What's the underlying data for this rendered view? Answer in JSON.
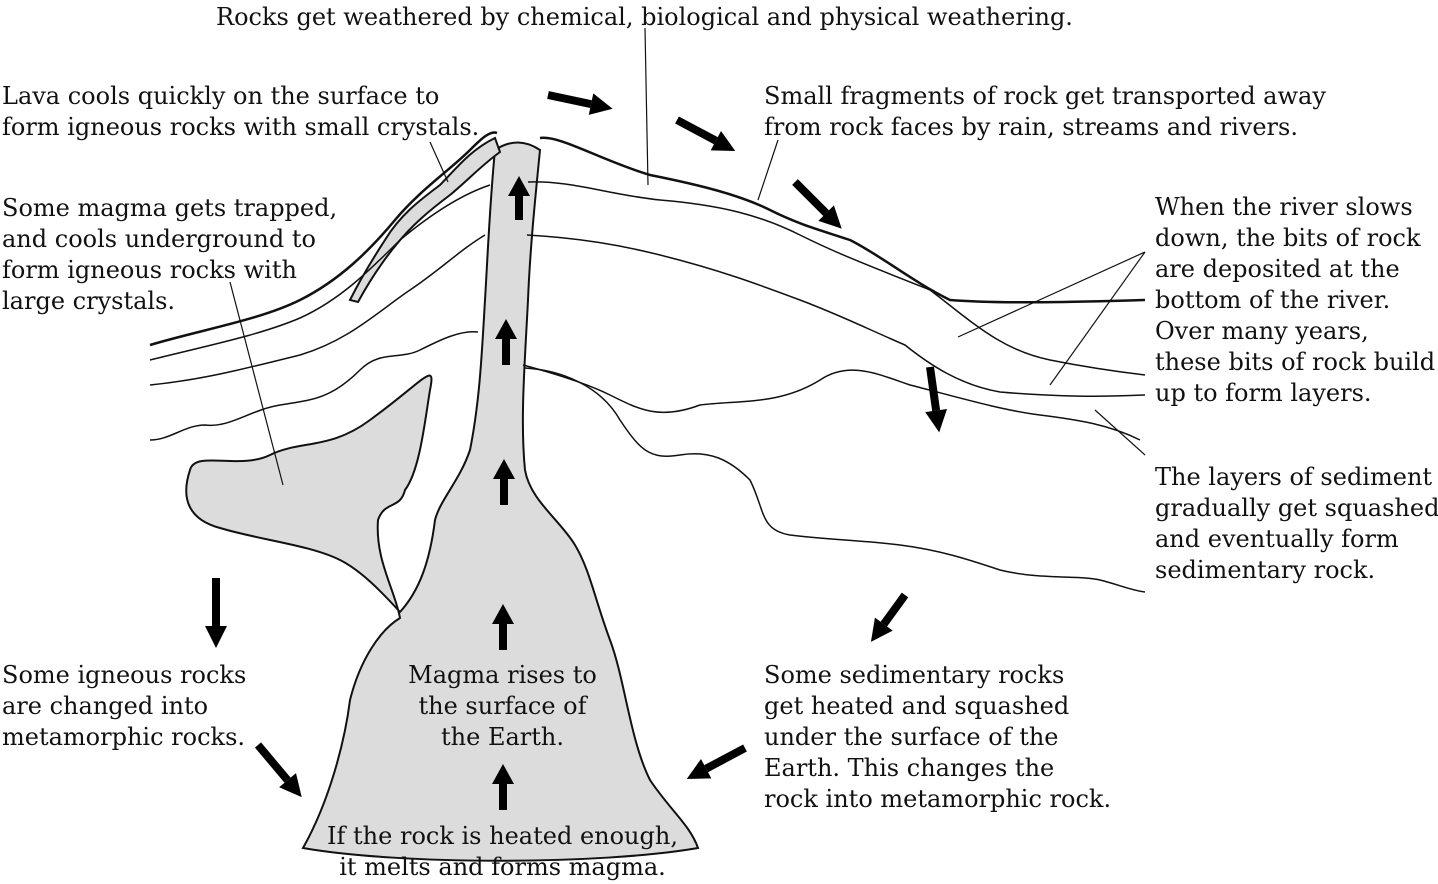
{
  "labels": {
    "weathering": [
      "Rocks get weathered by chemical, biological and physical weathering."
    ],
    "lava": [
      "Lava cools quickly on the surface to",
      "form igneous rocks with small crystals."
    ],
    "trapped": [
      "Some magma gets trapped,",
      "and cools underground to",
      "form igneous rocks with",
      "large crystals."
    ],
    "transport": [
      "Small fragments of rock get transported away",
      "from rock faces by rain, streams and rivers."
    ],
    "deposit": [
      "When the river slows",
      "down, the bits of rock",
      "are deposited at the",
      "bottom of the river.",
      "Over many years,",
      "these bits of rock build",
      "up to form layers."
    ],
    "squashed": [
      "The layers of sediment",
      "gradually get squashed",
      "and eventually form",
      "sedimentary rock."
    ],
    "igneous_meta": [
      "Some igneous rocks",
      "are changed into",
      "metamorphic rocks."
    ],
    "magma_rises": [
      "Magma rises to",
      "the surface of",
      "the Earth."
    ],
    "sed_meta": [
      "Some sedimentary rocks",
      "get heated and squashed",
      "under the surface of the",
      "Earth. This changes the",
      "rock into metamorphic rock."
    ],
    "melts": [
      "If the rock is heated enough,",
      "it melts and forms magma."
    ]
  },
  "colors": {
    "magma_fill": "#dcdcdc",
    "line": "#111111",
    "arrow": "#000000"
  }
}
